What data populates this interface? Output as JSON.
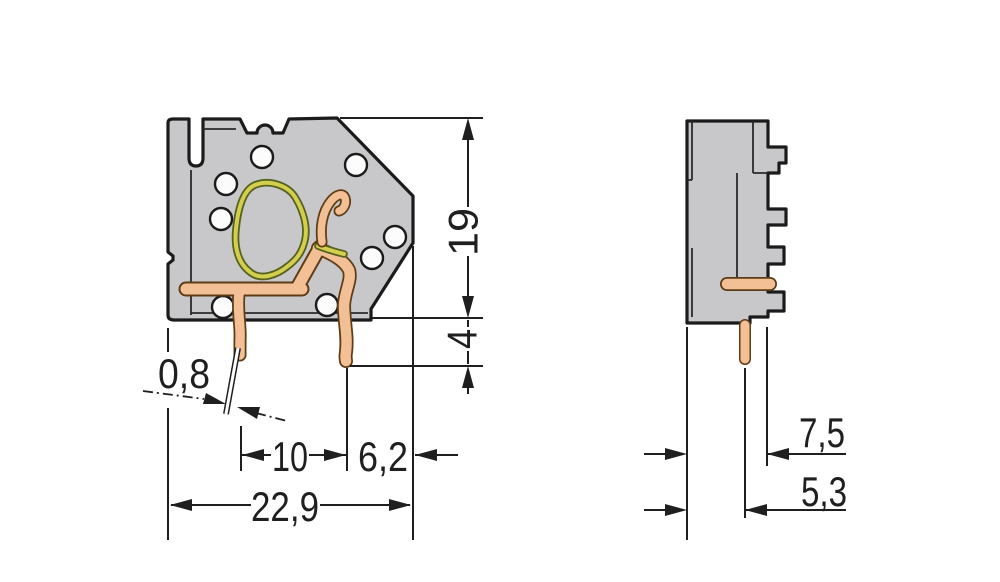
{
  "drawing": {
    "front_view": {
      "height": "19",
      "pin_protrusion": "4",
      "pin_width": "0,8",
      "pin_pitch": "10",
      "pin_edge_offset": "6,2",
      "overall_width": "22,9"
    },
    "side_view": {
      "depth": "7,5",
      "pin_offset": "5,3"
    },
    "colors": {
      "background": "#ffffff",
      "body_fill": "#c8c8ca",
      "outline": "#1b1b1b",
      "copper_fill": "#f2c094",
      "copper_outline": "#5e3c16",
      "spring_yellow": "#d4ce4f",
      "spring_green": "#55611f",
      "dimension_lines": "#1f1f1f"
    }
  }
}
